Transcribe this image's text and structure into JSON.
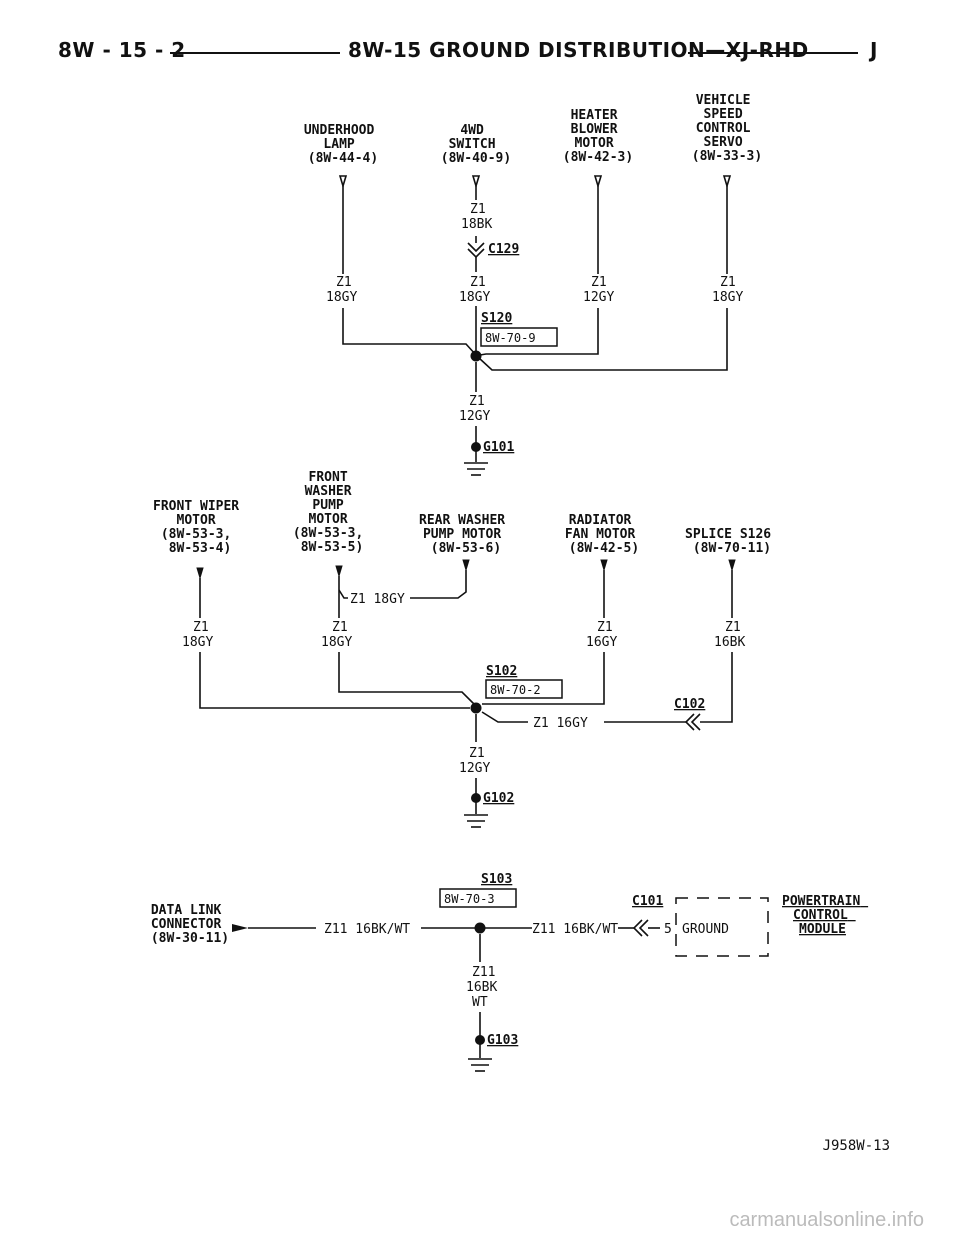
{
  "header": {
    "left": "8W - 15 - 2",
    "center": "8W-15 GROUND DISTRIBUTION—XJ-RHD",
    "right": "J"
  },
  "group1": {
    "components": [
      {
        "lines": [
          "UNDERHOOD",
          "LAMP",
          "(8W-44-4)"
        ]
      },
      {
        "lines": [
          "4WD",
          "SWITCH",
          "(8W-40-9)"
        ]
      },
      {
        "lines": [
          "HEATER",
          "BLOWER",
          "MOTOR",
          "(8W-42-3)"
        ]
      },
      {
        "lines": [
          "VEHICLE",
          "SPEED",
          "CONTROL",
          "SERVO",
          "(8W-33-3)"
        ]
      }
    ],
    "wires": [
      {
        "circuit": "Z1",
        "gauge": "18GY"
      },
      {
        "circuit": "Z1",
        "gauge": "18BK"
      },
      {
        "circuit": "Z1",
        "gauge": "18GY"
      },
      {
        "circuit": "Z1",
        "gauge": "12GY"
      },
      {
        "circuit": "Z1",
        "gauge": "18GY"
      },
      {
        "circuit": "Z1",
        "gauge": "12GY"
      }
    ],
    "connector": "C129",
    "splice": "S120",
    "splice_ref": "8W-70-9",
    "ground": "G101"
  },
  "group2": {
    "components": [
      {
        "lines": [
          "FRONT WIPER",
          "MOTOR",
          "(8W-53-3,",
          "8W-53-4)"
        ]
      },
      {
        "lines": [
          "FRONT",
          "WASHER",
          "PUMP",
          "MOTOR",
          "(8W-53-3,",
          "8W-53-5)"
        ]
      },
      {
        "lines": [
          "REAR WASHER",
          "PUMP MOTOR",
          "(8W-53-6)"
        ]
      },
      {
        "lines": [
          "RADIATOR",
          "FAN MOTOR",
          "(8W-42-5)"
        ]
      },
      {
        "lines": [
          "SPLICE S126",
          "(8W-70-11)"
        ]
      }
    ],
    "wire_rear": "Z1 18GY",
    "wires": [
      {
        "circuit": "Z1",
        "gauge": "18GY"
      },
      {
        "circuit": "Z1",
        "gauge": "18GY"
      },
      {
        "circuit": "Z1",
        "gauge": "16GY"
      },
      {
        "circuit": "Z1",
        "gauge": "16BK"
      },
      {
        "circuit": "Z1",
        "gauge": "12GY"
      }
    ],
    "wire_c102": "Z1 16GY",
    "splice": "S102",
    "splice_ref": "8W-70-2",
    "connector": "C102",
    "ground": "G102"
  },
  "group3": {
    "left_component": [
      "DATA LINK",
      "CONNECTOR",
      "(8W-30-11)"
    ],
    "wire_left": "Z11 16BK/WT",
    "wire_right": "Z11 16BK/WT",
    "splice": "S103",
    "splice_ref": "8W-70-3",
    "connector": "C101",
    "pin": "5",
    "pin_name": "GROUND",
    "right_component": [
      "POWERTRAIN",
      "CONTROL",
      "MODULE"
    ],
    "down_wire": [
      "Z11",
      "16BK",
      "WT"
    ],
    "ground": "G103"
  },
  "footer_code": "J958W-13",
  "watermark": "carmanualsonline.info"
}
